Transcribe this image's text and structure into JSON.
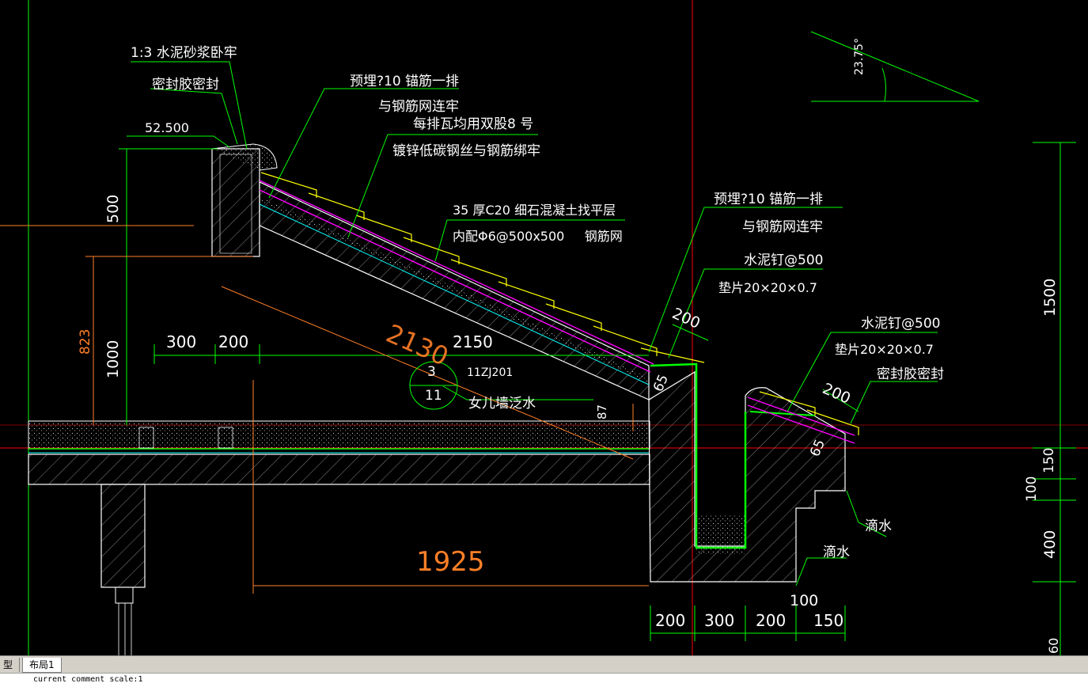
{
  "tabs": {
    "model": "型",
    "layout1": "布局1"
  },
  "command_line": "current comment scale:1",
  "labels": {
    "mortar_bed": "1:3  水泥砂浆卧牢",
    "sealant_top": "密封胶密封",
    "elevation": "52.500",
    "anchor1_line1": "预埋?10  锚筋一排",
    "anchor1_line2": "与钢筋网连牢",
    "wire_line1": "每排瓦均用双股8  号",
    "wire_line2": "镀锌低碳钢丝与钢筋绑牢",
    "screed_line1": "35  厚C20  细石混凝土找平层",
    "screed_line2": "内配Φ6@500x500     钢筋网",
    "anchor2_line1": "预埋?10  锚筋一排",
    "anchor2_line2": "与钢筋网连牢",
    "nail1": "水泥钉@500",
    "gasket1": "垫片20×20×0.7",
    "nail2": "水泥钉@500",
    "gasket2": "垫片20×20×0.7",
    "sealant_right": "密封胶密封",
    "drip1": "滴水",
    "drip2": "滴水",
    "angle": "23.75°",
    "ref_top": "3",
    "ref_bottom": "11",
    "ref_code": "11ZJ201",
    "ref_desc": "女儿墙泛水"
  },
  "dimensions": {
    "d500": "500",
    "d1000": "1000",
    "d823": "823",
    "d300": "300",
    "d200a": "200",
    "d2150": "2150",
    "d2130": "2130",
    "d87": "87",
    "d1925": "1925",
    "d200b": "200",
    "d65a": "65",
    "d200c": "200",
    "d65b": "65",
    "d1500": "1500",
    "d150": "150",
    "d100a": "100",
    "d400": "400",
    "d100b": "100",
    "b200a": "200",
    "b300": "300",
    "b200b": "200",
    "b150": "150",
    "d60": "60"
  },
  "colors": {
    "background": "#000000",
    "dimension_green": "#00ff00",
    "concrete_white": "#ffffff",
    "roof_magenta": "#ff00ff",
    "tile_yellow": "#ffff00",
    "insulation_cyan": "#00ffff",
    "orange_dim": "#ff7f27",
    "red_axis": "#ff0000"
  }
}
